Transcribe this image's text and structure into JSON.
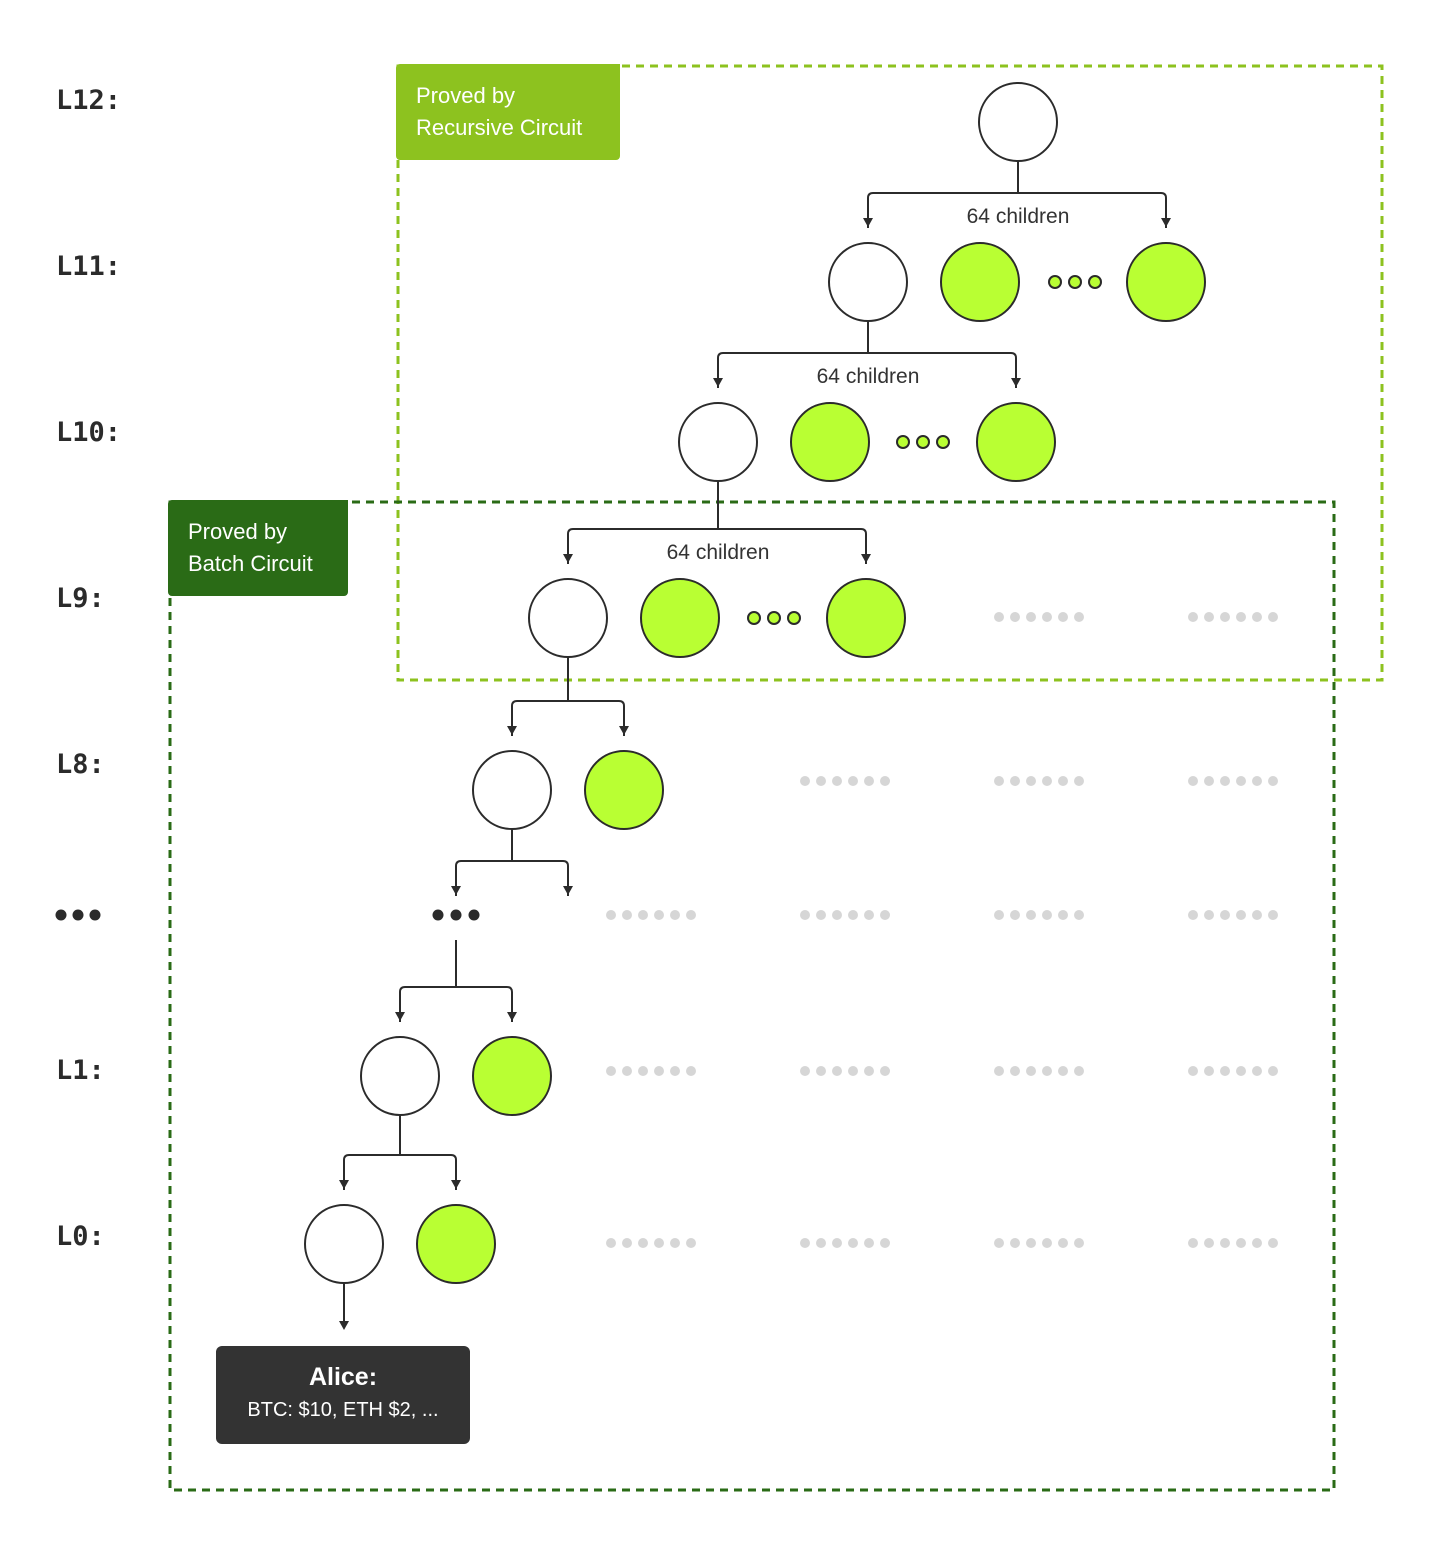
{
  "levels": [
    "L12:",
    "L11:",
    "L10:",
    "L9:",
    "L8:",
    "•••",
    "L1:",
    "L0:"
  ],
  "regions": {
    "recursive": {
      "line1": "Proved by",
      "line2": "Recursive Circuit"
    },
    "batch": {
      "line1": "Proved by",
      "line2": "Batch Circuit"
    }
  },
  "children_labels": [
    "64 children",
    "64 children",
    "64 children"
  ],
  "leaf": {
    "title": "Alice:",
    "detail": "BTC: $10, ETH $2, ..."
  },
  "colors": {
    "node_fill": "#b9ff33",
    "node_stroke": "#2b2b2b",
    "recursive_region": "#8dc21f",
    "batch_region": "#2a6b16",
    "placeholder_dot": "#d6d6d6",
    "text": "#333333"
  }
}
